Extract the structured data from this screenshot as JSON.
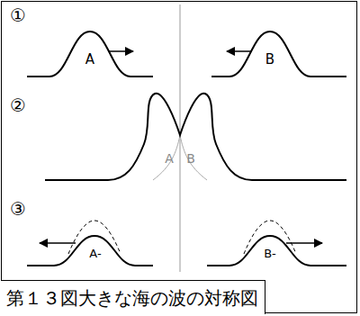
{
  "diagram": {
    "caption": "第１３図大きな海の波の対称図",
    "labels": [
      "①",
      "A",
      "B",
      "②",
      "A",
      "B",
      "③",
      "A-",
      "B-"
    ]
  }
}
